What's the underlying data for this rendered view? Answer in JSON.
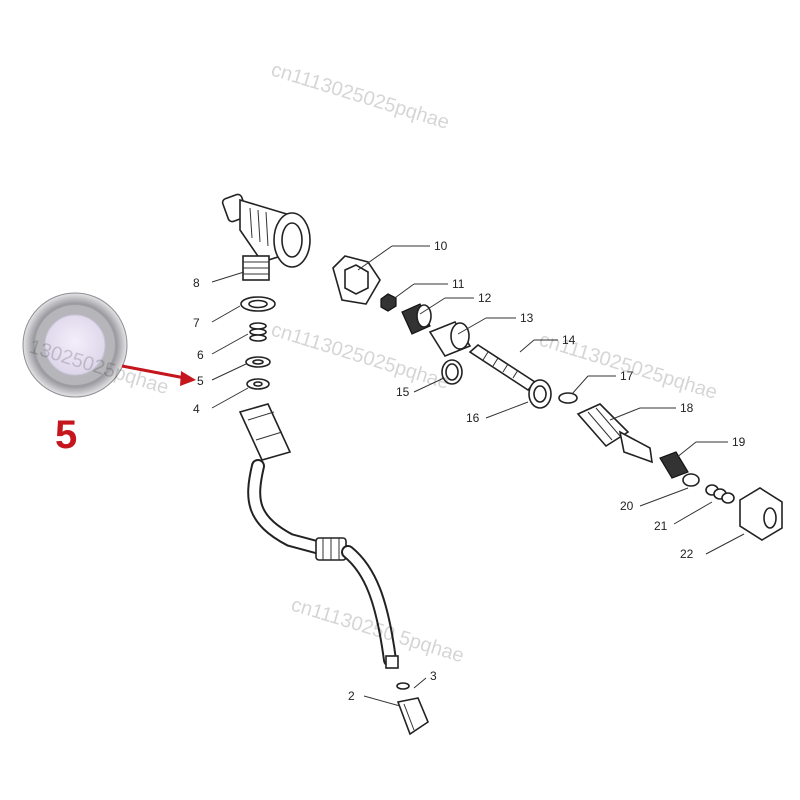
{
  "callout": {
    "part_number": "5",
    "color": "#c4161c"
  },
  "parts": {
    "p2": "2",
    "p3": "3",
    "p4": "4",
    "p5": "5",
    "p6": "6",
    "p7": "7",
    "p8": "8",
    "p10": "10",
    "p11": "11",
    "p12": "12",
    "p13": "13",
    "p14": "14",
    "p15": "15",
    "p16": "16",
    "p17": "17",
    "p18": "18",
    "p19": "19",
    "p20": "20",
    "p21": "21",
    "p22": "22"
  },
  "watermark": {
    "text": "cn1113025025pqhae",
    "left_text": "13025025pqhae",
    "bottom_text": "cn11130250 5pqhae"
  }
}
